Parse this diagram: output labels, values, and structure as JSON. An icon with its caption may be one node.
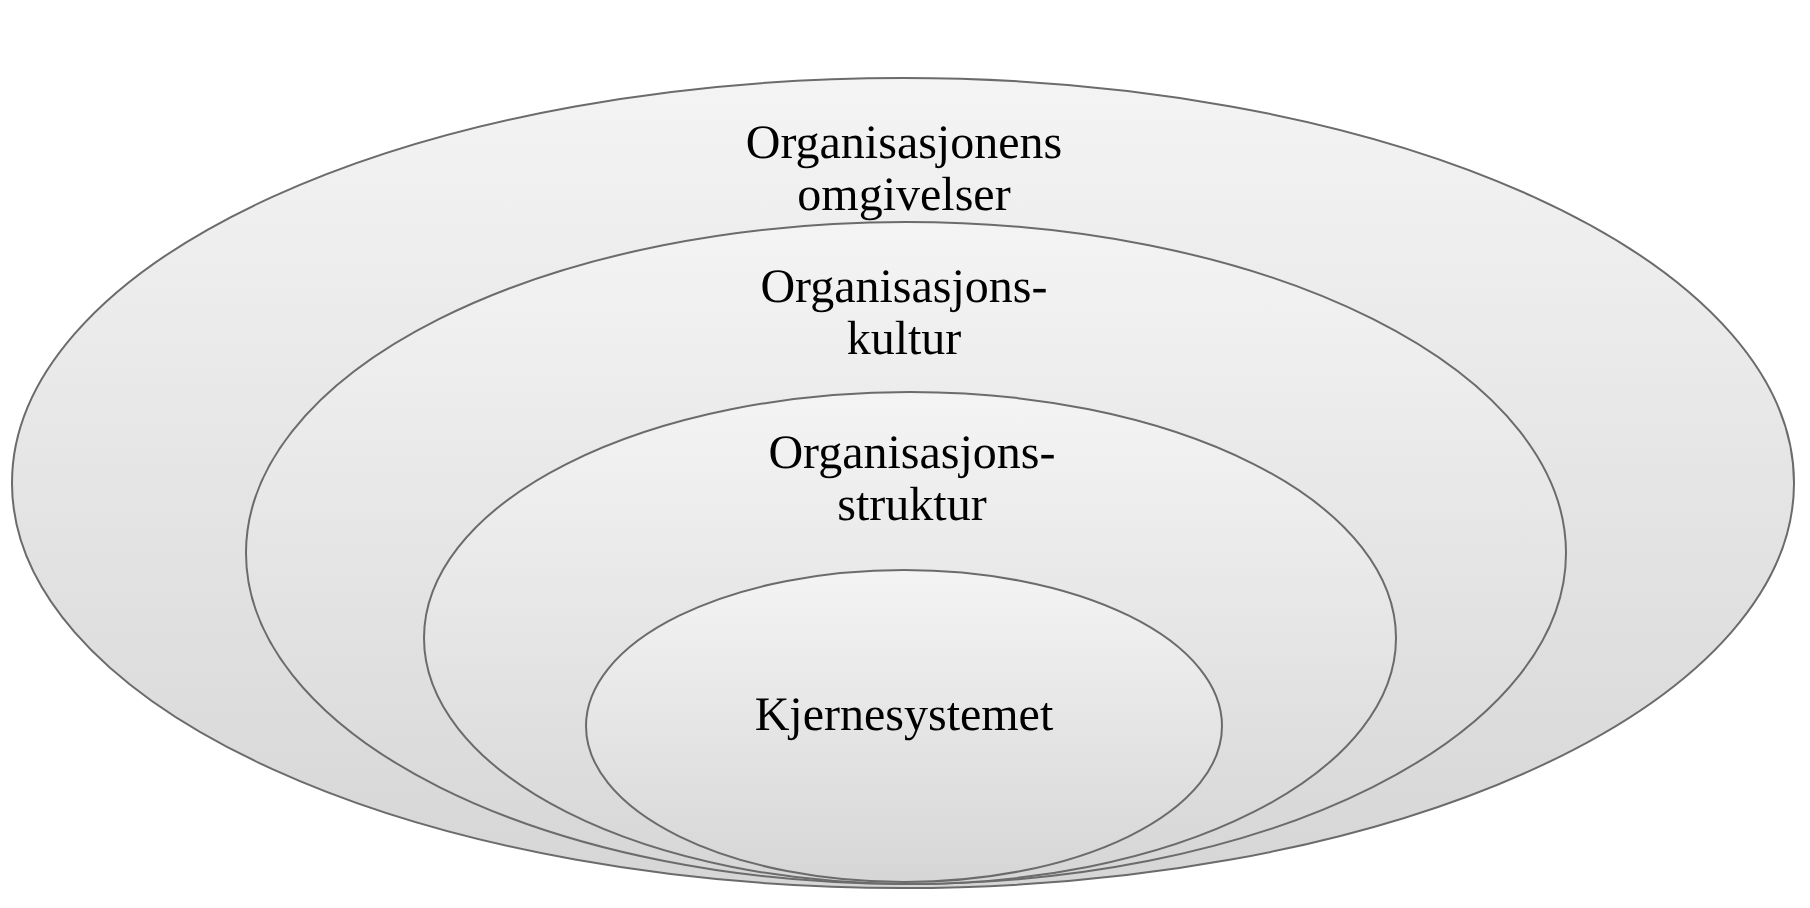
{
  "diagram": {
    "nodes": [
      {
        "text": [
          "Organisasjonens omgivelser"
        ]
      },
      {
        "text": [
          "Organisasjons- kultur"
        ],
        "in": 0
      },
      {
        "text": [
          "Organisasjons- struktur"
        ],
        "in": 1
      },
      {
        "text": [
          "Kjernesystemet"
        ],
        "in": 2
      }
    ]
  }
}
